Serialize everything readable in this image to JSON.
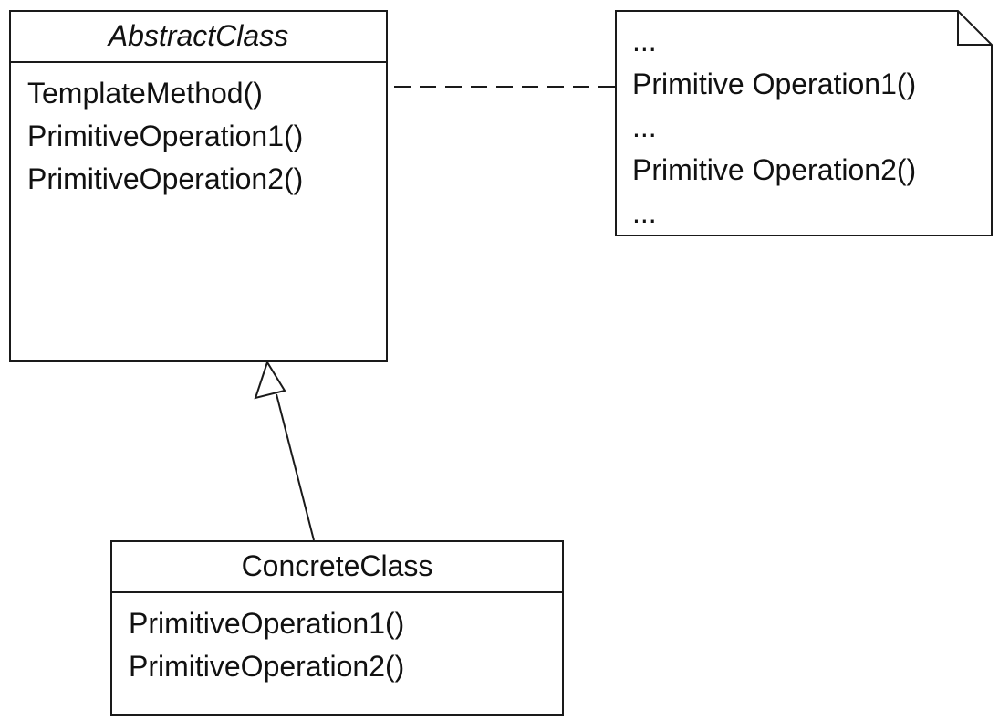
{
  "abstract_class": {
    "name": "AbstractClass",
    "operations": [
      "TemplateMethod()",
      "PrimitiveOperation1()",
      "PrimitiveOperation2()"
    ]
  },
  "concrete_class": {
    "name": "ConcreteClass",
    "operations": [
      "PrimitiveOperation1()",
      "PrimitiveOperation2()"
    ]
  },
  "note": {
    "lines": [
      "...",
      "Primitive Operation1()",
      "...",
      "Primitive Operation2()",
      "..."
    ]
  },
  "relations": [
    {
      "kind": "generalization",
      "from": "ConcreteClass",
      "to": "AbstractClass",
      "line_style": "solid"
    },
    {
      "kind": "note-anchor",
      "from": "note",
      "to": "TemplateMethod()",
      "line_style": "dashed"
    }
  ]
}
